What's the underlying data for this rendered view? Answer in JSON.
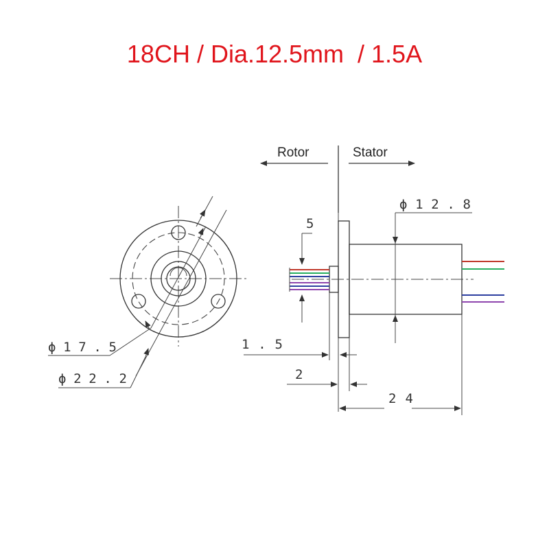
{
  "title": "18CH / Dia.12.5mm  / 1.5A",
  "labels": {
    "rotor": "Rotor",
    "stator": "Stator"
  },
  "dimensions": {
    "d17_5": "ϕ17.5",
    "d22_2": "ϕ22.2",
    "d12_8": "ϕ12.8",
    "h5": "5",
    "w1_5": "1.5",
    "w2": "2",
    "w24": "24"
  },
  "colors": {
    "title": "#e0141b",
    "wire_red": "#c0392b",
    "wire_green": "#27ae60",
    "wire_blue": "#2c3e9f",
    "wire_purple": "#8e44ad"
  }
}
